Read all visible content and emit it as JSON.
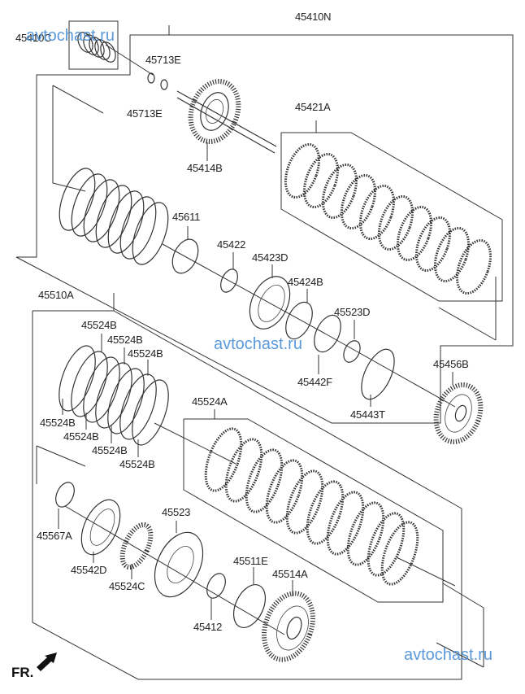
{
  "diagram": {
    "title": "Automatic transmission clutch assembly exploded view",
    "front_indicator": "FR.",
    "watermarks": [
      "avtochast.ru",
      "avtochast.ru",
      "avtochast.ru"
    ],
    "labels": {
      "p45410N": "45410N",
      "p45410C_partial": "45410C",
      "p45713E_a": "45713E",
      "p45713E_b": "45713E",
      "p45414B": "45414B",
      "p45421A": "45421A",
      "p45611": "45611",
      "p45422": "45422",
      "p45423D": "45423D",
      "p45424B": "45424B",
      "p45523D": "45523D",
      "p45442F": "45442F",
      "p45443T": "45443T",
      "p45456B": "45456B",
      "p45510A": "45510A",
      "p45524B_1": "45524B",
      "p45524B_2": "45524B",
      "p45524B_3": "45524B",
      "p45524B_4": "45524B",
      "p45524B_5": "45524B",
      "p45524B_6": "45524B",
      "p45524B_7": "45524B",
      "p45524A": "45524A",
      "p45567A": "45567A",
      "p45542D": "45542D",
      "p45523": "45523",
      "p45524C": "45524C",
      "p45511E": "45511E",
      "p45514A": "45514A",
      "p45412": "45412"
    }
  }
}
